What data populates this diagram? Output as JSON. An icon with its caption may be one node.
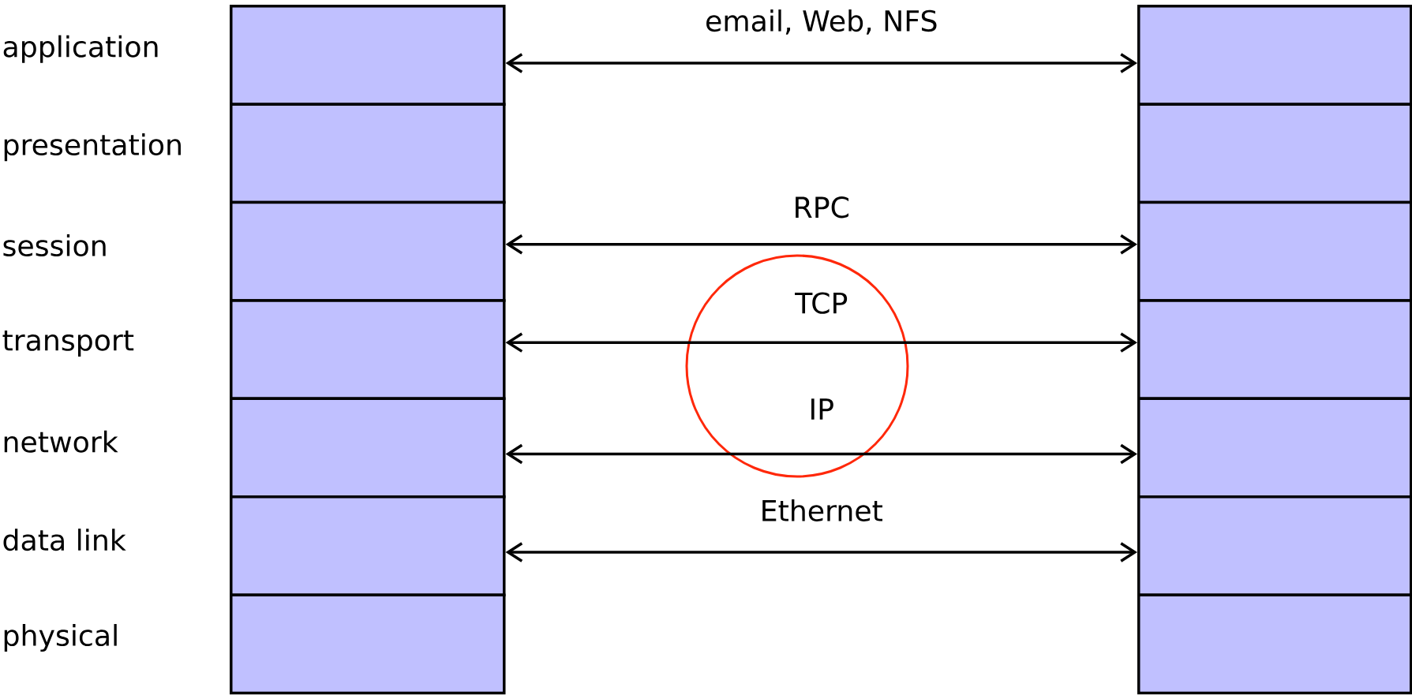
{
  "diagram": {
    "nodes": [
      {
        "text": [],
        "shape": "box"
      },
      {
        "text": [],
        "shape": "box"
      },
      {
        "text": [],
        "shape": "box"
      },
      {
        "text": [],
        "shape": "box"
      },
      {
        "text": [],
        "shape": "box"
      },
      {
        "text": [],
        "shape": "box"
      },
      {
        "text": [],
        "shape": "box"
      },
      {
        "text": [],
        "shape": "box"
      },
      {
        "text": [],
        "shape": "box"
      },
      {
        "text": [],
        "shape": "box"
      },
      {
        "text": [],
        "shape": "box"
      },
      {
        "text": [],
        "shape": "box"
      },
      {
        "text": [],
        "shape": "box"
      },
      {
        "text": [],
        "shape": "box"
      }
    ],
    "edges": [
      {
        "from": 0,
        "to": 7,
        "arrow": "both",
        "label": "email, Web, NFS"
      },
      {
        "from": 2,
        "to": 9,
        "arrow": "both",
        "label": "RPC"
      },
      {
        "from": 3,
        "to": 10,
        "arrow": "both",
        "label": "TCP"
      },
      {
        "from": 4,
        "to": 11,
        "arrow": "both",
        "label": "IP"
      },
      {
        "from": 5,
        "to": 12,
        "arrow": "both",
        "label": "Ethernet"
      }
    ],
    "labels": [
      "application",
      "presentation",
      "session",
      "transport",
      "network",
      "data link",
      "physical"
    ]
  }
}
